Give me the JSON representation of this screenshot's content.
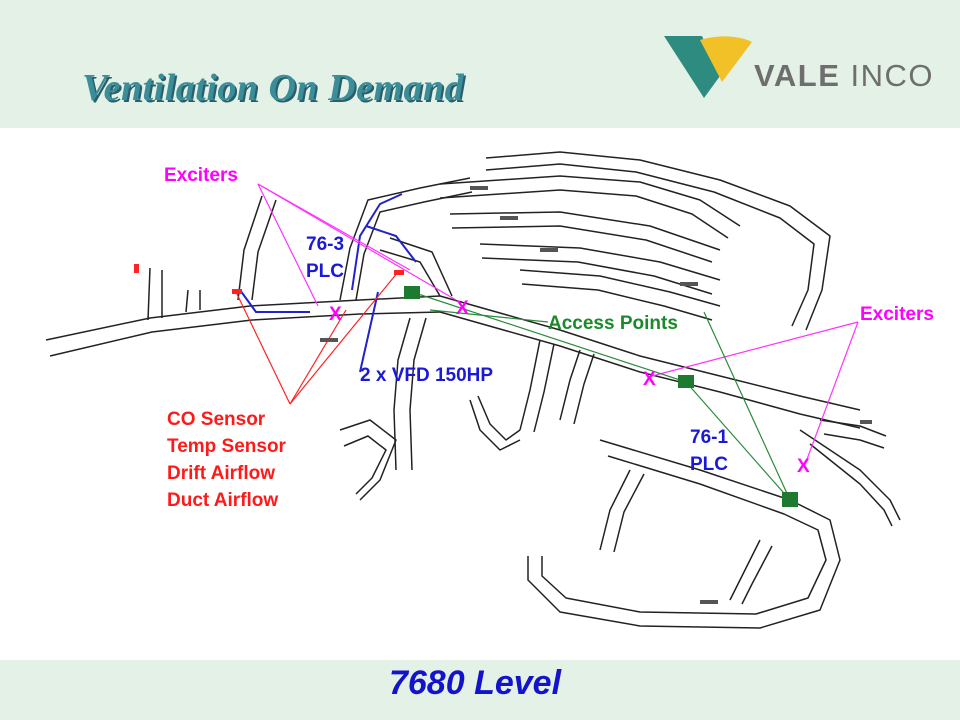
{
  "header": {
    "title": "Ventilation On Demand",
    "logo_text_bold": "VALE",
    "logo_text_light": " INCO"
  },
  "diagram": {
    "exciters_left": "Exciters",
    "exciters_right": "Exciters",
    "plc_left_line1": "76-3",
    "plc_left_line2": "PLC",
    "plc_right_line1": "76-1",
    "plc_right_line2": "PLC",
    "access_points": "Access Points",
    "vfd": "2 x VFD 150HP",
    "sensors": [
      "CO Sensor",
      "Temp Sensor",
      "Drift Airflow",
      "Duct Airflow"
    ],
    "x_markers": [
      "X",
      "X",
      "X",
      "X"
    ]
  },
  "footer": {
    "level": "7680 Level"
  },
  "colors": {
    "header_bg": "#e4f1e6",
    "title": "#3b8d99",
    "magenta_labels": "#ff00ff",
    "blue_labels": "#1a1ad6",
    "red_labels": "#ff1a1a",
    "green_labels": "#1a8a2a",
    "level_label": "#1313cc",
    "logo_green": "#2d8b7f",
    "logo_yellow": "#f2c027"
  }
}
